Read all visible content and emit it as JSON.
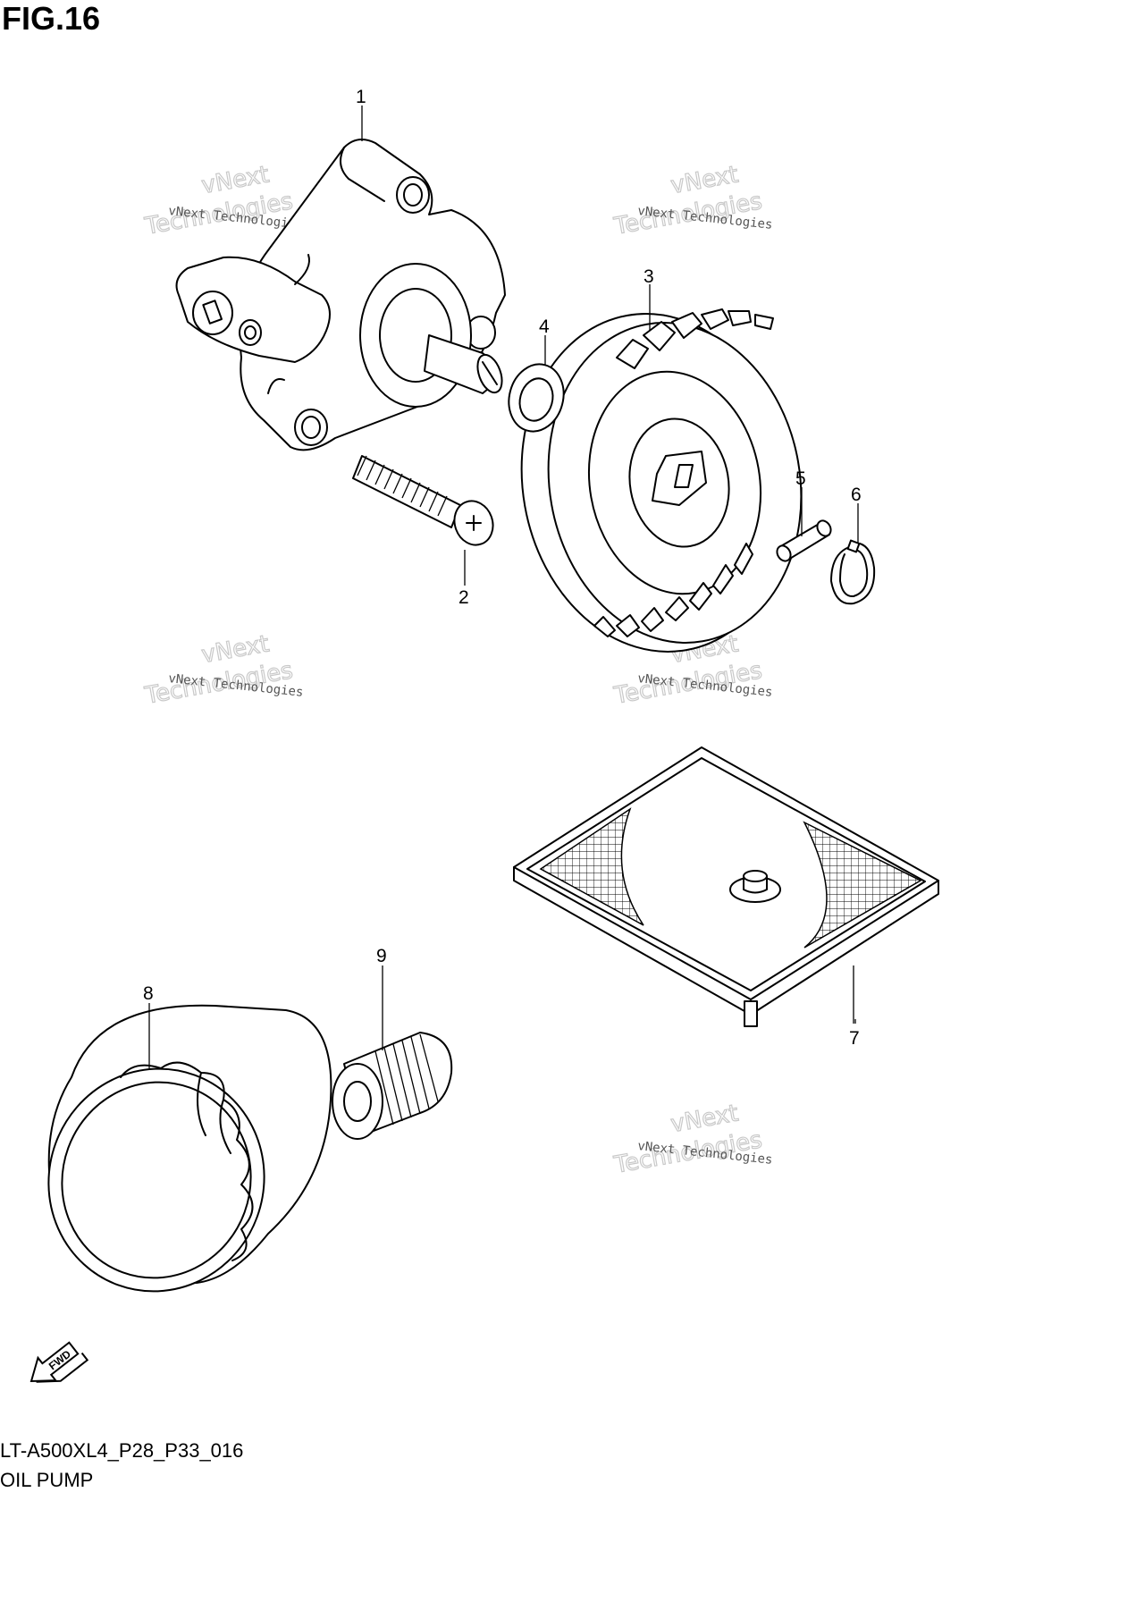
{
  "figure": {
    "label": "FIG.16",
    "code": "LT-A500XL4_P28_P33_016",
    "name": "OIL PUMP",
    "direction_badge": "FWD"
  },
  "callouts": [
    "1",
    "2",
    "3",
    "4",
    "5",
    "6",
    "7",
    "8",
    "9"
  ],
  "watermark": {
    "text": "vNext Technologies",
    "big_line1": "vNext",
    "big_line2": "Technologies"
  }
}
